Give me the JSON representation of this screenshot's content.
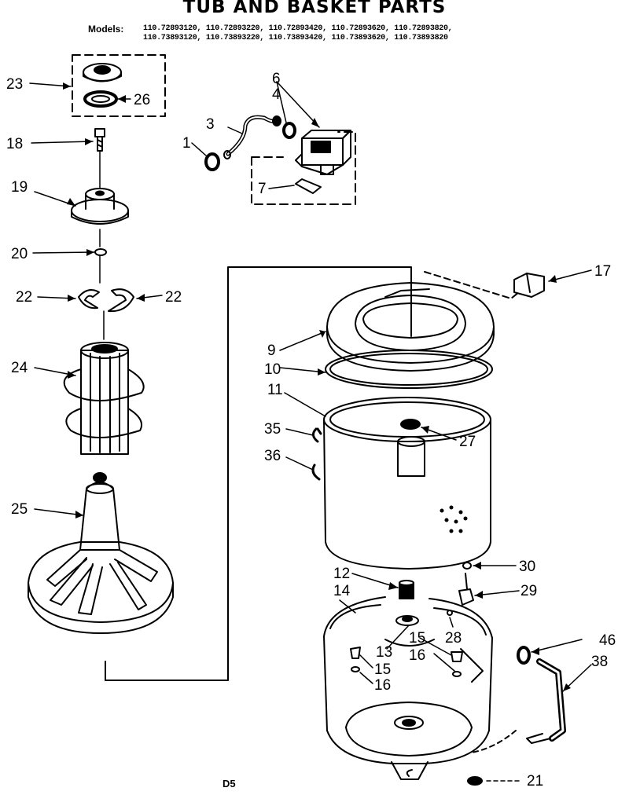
{
  "title": "TUB AND BASKET PARTS",
  "models_label": "Models:",
  "models_line1": "110.72893120, 110.72893220, 110.72893420, 110.72893620, 110.72893820,",
  "models_line2": "110.73893120, 110.73893220, 110.73893420, 110.73893620, 110.73893820",
  "diagram_code": "D5",
  "callouts": [
    {
      "id": "c23",
      "text": "23"
    },
    {
      "id": "c26",
      "text": "26"
    },
    {
      "id": "c18",
      "text": "18"
    },
    {
      "id": "c19",
      "text": "19"
    },
    {
      "id": "c20",
      "text": "20"
    },
    {
      "id": "c22a",
      "text": "22"
    },
    {
      "id": "c22b",
      "text": "22"
    },
    {
      "id": "c24",
      "text": "24"
    },
    {
      "id": "c25",
      "text": "25"
    },
    {
      "id": "c6",
      "text": "6"
    },
    {
      "id": "c4",
      "text": "4"
    },
    {
      "id": "c3",
      "text": "3"
    },
    {
      "id": "c1",
      "text": "1"
    },
    {
      "id": "c7",
      "text": "7"
    },
    {
      "id": "c17",
      "text": "17"
    },
    {
      "id": "c9",
      "text": "9"
    },
    {
      "id": "c10",
      "text": "10"
    },
    {
      "id": "c11",
      "text": "11"
    },
    {
      "id": "c35",
      "text": "35"
    },
    {
      "id": "c36",
      "text": "36"
    },
    {
      "id": "c27",
      "text": "27"
    },
    {
      "id": "c30",
      "text": "30"
    },
    {
      "id": "c12",
      "text": "12"
    },
    {
      "id": "c14",
      "text": "14"
    },
    {
      "id": "c29",
      "text": "29"
    },
    {
      "id": "c28",
      "text": "28"
    },
    {
      "id": "c15a",
      "text": "15"
    },
    {
      "id": "c16a",
      "text": "16"
    },
    {
      "id": "c13",
      "text": "13"
    },
    {
      "id": "c15b",
      "text": "15"
    },
    {
      "id": "c16b",
      "text": "16"
    },
    {
      "id": "c46",
      "text": "46"
    },
    {
      "id": "c38",
      "text": "38"
    },
    {
      "id": "c21",
      "text": "21"
    }
  ]
}
